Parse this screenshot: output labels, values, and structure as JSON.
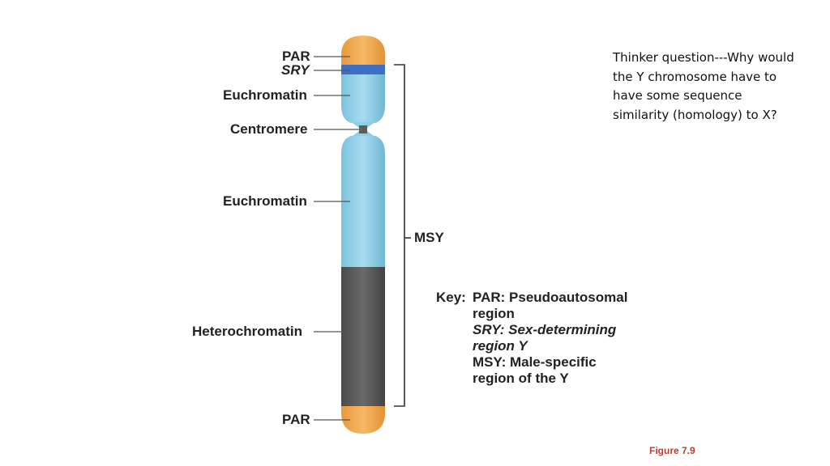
{
  "diagram": {
    "labels": {
      "par_top": "PAR",
      "sry": "SRY",
      "euchromatin_upper": "Euchromatin",
      "centromere": "Centromere",
      "euchromatin_lower": "Euchromatin",
      "heterochromatin": "Heterochromatin",
      "par_bottom": "PAR",
      "msy": "MSY"
    },
    "colors": {
      "par": "#f2a44a",
      "sry_band": "#3f6fc4",
      "euchromatin": "#8fcfe6",
      "heterochromatin": "#555555",
      "leader_lines": "#555555",
      "figure_label": "#c0392b"
    }
  },
  "key": {
    "heading": "Key:",
    "par_term": "PAR",
    "par_def_1": ": Pseudoautosomal",
    "par_def_2": "region",
    "sry_term": "SRY",
    "sry_def_1": ": Sex-determining",
    "sry_def_2": "region Y",
    "msy_line_1": "MSY: Male-specific",
    "msy_line_2": "region of the Y"
  },
  "question": "Thinker question---Why would the Y chromosome have to have some sequence similarity (homology) to X?",
  "figure_label": "Figure 7.9"
}
